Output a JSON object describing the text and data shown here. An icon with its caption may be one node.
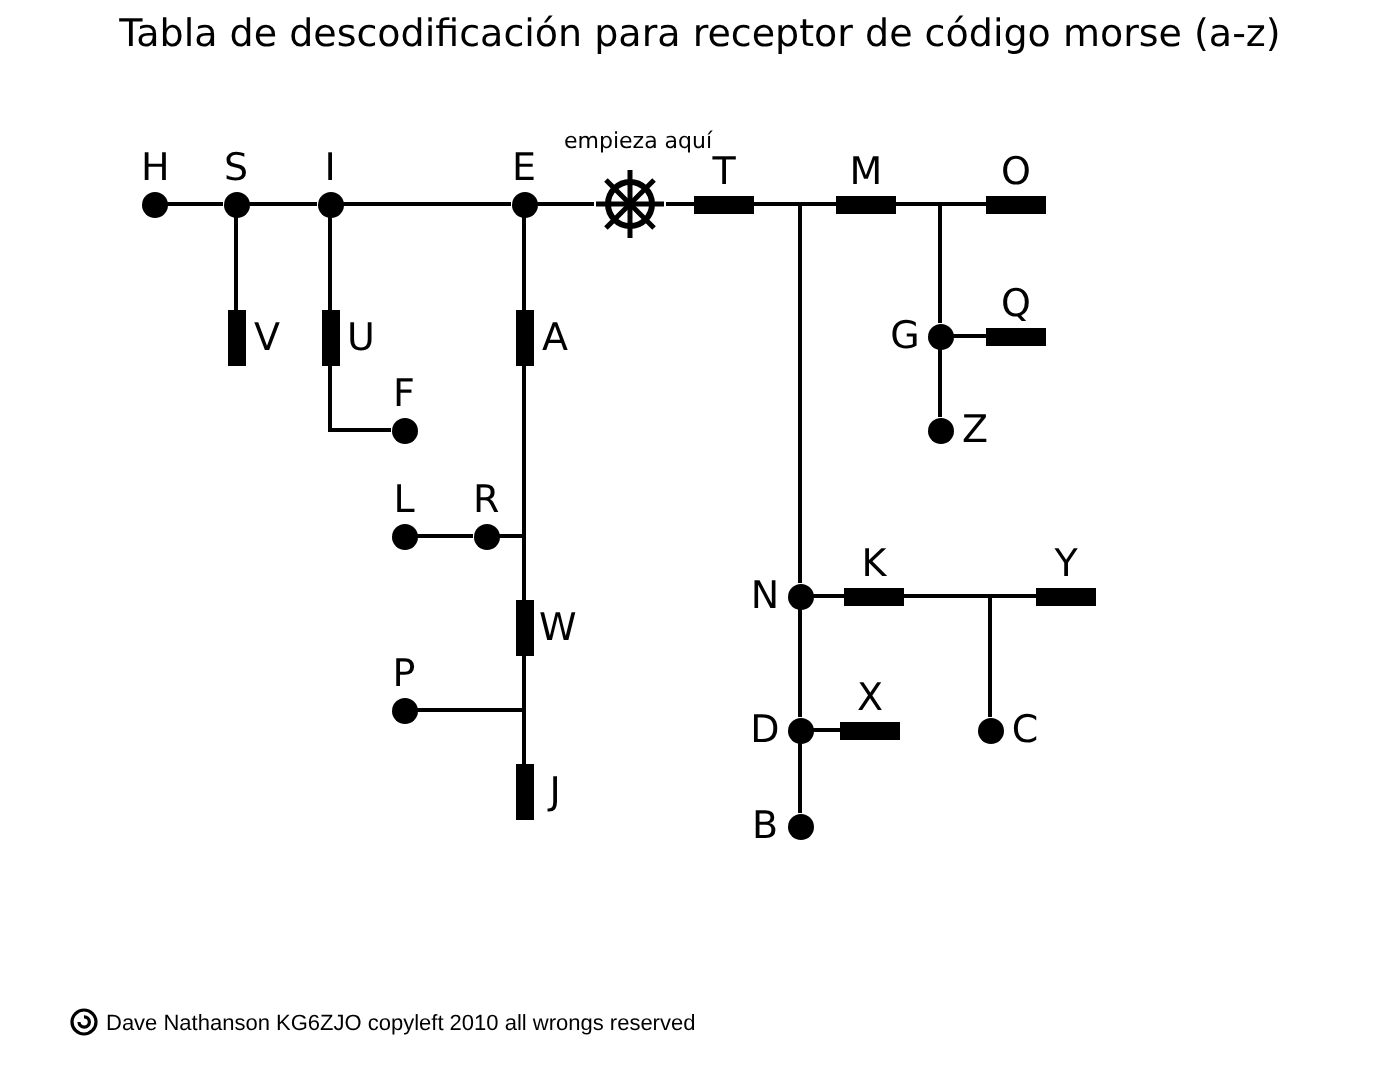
{
  "diagram": {
    "title": "Tabla de descodificación para receptor de código morse (a-z)",
    "nodes": [
      {
        "text": [
          "H"
        ]
      },
      {
        "text": [
          "S"
        ]
      },
      {
        "text": [
          "I"
        ]
      },
      {
        "text": [
          "E"
        ]
      },
      {
        "text": [],
        "shape": "picture",
        "beside": [
          "empieza aquí"
        ]
      },
      {
        "text": [
          "T"
        ]
      },
      {
        "text": [
          "M"
        ]
      },
      {
        "text": [
          "O"
        ]
      },
      {
        "text": [
          "Q"
        ]
      },
      {
        "text": [
          "V"
        ]
      },
      {
        "text": [
          "U"
        ]
      },
      {
        "text": [
          "A"
        ]
      },
      {
        "text": [
          "G"
        ]
      },
      {
        "text": [
          "F"
        ]
      },
      {
        "text": [
          "Z"
        ]
      },
      {
        "text": [
          "L"
        ]
      },
      {
        "text": [
          "R"
        ]
      },
      {
        "text": [
          "N"
        ]
      },
      {
        "text": [
          "K"
        ]
      },
      {
        "text": [
          "Y"
        ]
      },
      {
        "text": [
          "W"
        ]
      },
      {
        "text": [
          "P"
        ]
      },
      {
        "text": [
          "D"
        ]
      },
      {
        "text": [
          "X"
        ]
      },
      {
        "text": [
          "C"
        ]
      },
      {
        "text": [
          "J"
        ]
      },
      {
        "text": [
          "B"
        ]
      }
    ],
    "edges": [
      {
        "from": 4,
        "to": 3,
        "arrow": "none"
      },
      {
        "from": 4,
        "to": 5,
        "arrow": "none"
      },
      {
        "from": 3,
        "to": 2,
        "arrow": "none"
      },
      {
        "from": 2,
        "to": 1,
        "arrow": "none"
      },
      {
        "from": 1,
        "to": 0,
        "arrow": "none"
      },
      {
        "from": 1,
        "to": 9,
        "arrow": "none"
      },
      {
        "from": 2,
        "to": 10,
        "arrow": "none"
      },
      {
        "from": 10,
        "to": 13,
        "arrow": "none"
      },
      {
        "from": 3,
        "to": 11,
        "arrow": "none"
      },
      {
        "from": 11,
        "to": 16,
        "arrow": "none"
      },
      {
        "from": 16,
        "to": 15,
        "arrow": "none"
      },
      {
        "from": 11,
        "to": 20,
        "arrow": "none"
      },
      {
        "from": 20,
        "to": 21,
        "arrow": "none"
      },
      {
        "from": 20,
        "to": 25,
        "arrow": "none"
      },
      {
        "from": 5,
        "to": 6,
        "arrow": "none"
      },
      {
        "from": 5,
        "to": 17,
        "arrow": "none"
      },
      {
        "from": 6,
        "to": 7,
        "arrow": "none"
      },
      {
        "from": 6,
        "to": 12,
        "arrow": "none"
      },
      {
        "from": 12,
        "to": 8,
        "arrow": "none"
      },
      {
        "from": 12,
        "to": 14,
        "arrow": "none"
      },
      {
        "from": 17,
        "to": 18,
        "arrow": "none"
      },
      {
        "from": 18,
        "to": 19,
        "arrow": "none"
      },
      {
        "from": 18,
        "to": 24,
        "arrow": "none"
      },
      {
        "from": 17,
        "to": 22,
        "arrow": "none"
      },
      {
        "from": 22,
        "to": 23,
        "arrow": "none"
      },
      {
        "from": 22,
        "to": 26,
        "arrow": "none"
      }
    ],
    "labels": [
      "Dave Nathanson KG6ZJO copyleft 2010 all wrongs reserved"
    ]
  }
}
